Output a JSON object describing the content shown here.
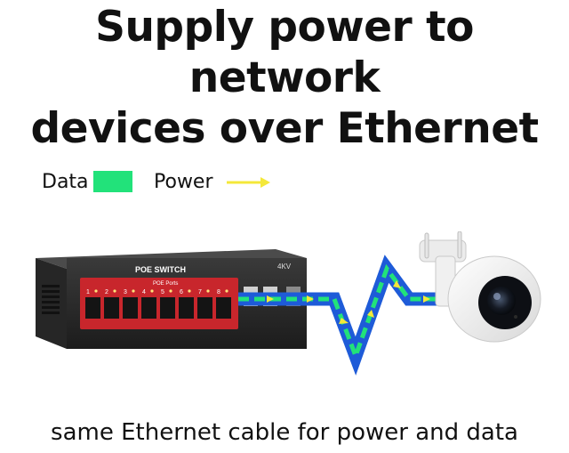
{
  "headline": {
    "line1": "Supply power to network",
    "line2": "devices over Ethernet"
  },
  "legend": {
    "data_label": "Data",
    "power_label": "Power",
    "data_color": "#22e27a",
    "power_color": "#f4e83a"
  },
  "switch": {
    "brand": "POE SWITCH",
    "ports_label": "POE Ports",
    "badge": "4KV",
    "port_numbers": [
      "1",
      "2",
      "3",
      "4",
      "5",
      "6",
      "7",
      "8"
    ]
  },
  "caption": "same Ethernet cable for power and data",
  "colors": {
    "cable_blue": "#1e5bd8",
    "switch_red": "#c8262c",
    "switch_body": "#2a2a2a"
  }
}
